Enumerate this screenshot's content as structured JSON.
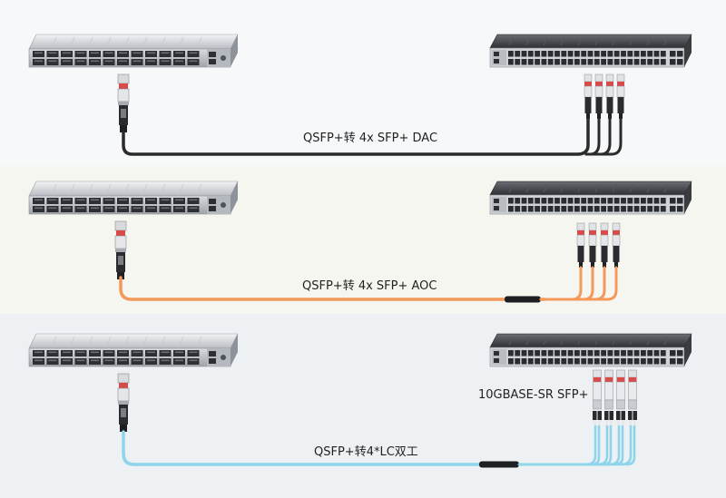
{
  "colors": {
    "panel1_bg": "#f7f8f9",
    "panel2_bg": "#f5f6f0",
    "panel3_bg": "#eef1f4",
    "dac_cable": "#2a2a2a",
    "aoc_cable": "#f39a5a",
    "fiber_cable": "#8ed4ea",
    "connector_red": "#d94b4b"
  },
  "scenarios": [
    {
      "label": "QSFP+转 4x SFP+ DAC"
    },
    {
      "label": "QSFP+转 4x SFP+ AOC"
    },
    {
      "label": "QSFP+转4*LC双工",
      "module_label": "10GBASE-SR SFP+"
    }
  ]
}
